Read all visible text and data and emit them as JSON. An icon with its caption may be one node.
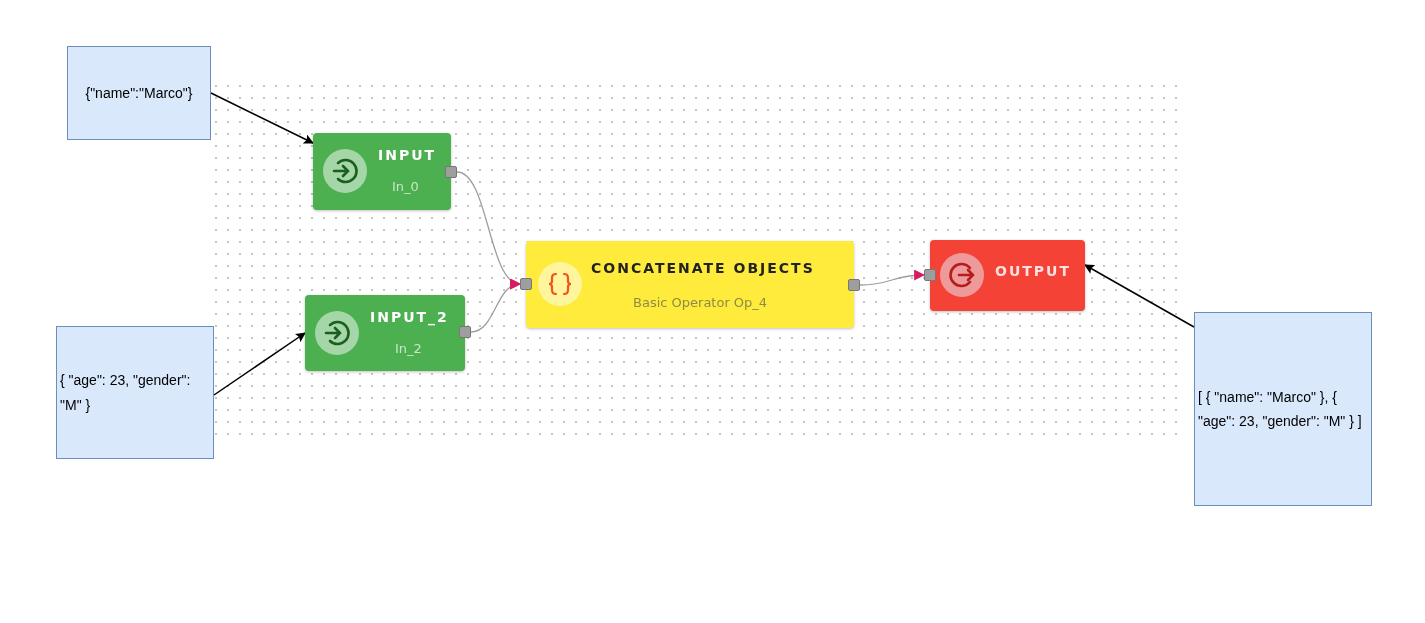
{
  "diagram": {
    "nodes": [
      {
        "text": [
          "{\"name\":\"Marco\"}"
        ]
      },
      {
        "text": [
          "INPUT",
          "In_0"
        ]
      },
      {
        "text": [
          "INPUT_2",
          "In_2"
        ]
      },
      {
        "text": [
          "{ \"age\": 23, \"gender\": \"M\" }"
        ]
      },
      {
        "text": [
          "CONCATENATE OBJECTS",
          "Basic Operator Op_4"
        ]
      },
      {
        "text": [
          "OUTPUT"
        ]
      },
      {
        "text": [
          "[ { \"name\": \"Marco\" }, { \"age\": 23, \"gender\": \"M\" } ]"
        ]
      }
    ],
    "edges": [
      {
        "from": 0,
        "to": 1,
        "arrow": "to"
      },
      {
        "from": 3,
        "to": 2,
        "arrow": "to"
      },
      {
        "from": 1,
        "to": 4,
        "arrow": "to",
        "color": "#9e9e9e"
      },
      {
        "from": 2,
        "to": 4,
        "arrow": "to",
        "color": "#9e9e9e"
      },
      {
        "from": 4,
        "to": 5,
        "arrow": "to",
        "color": "#9e9e9e"
      },
      {
        "from": 6,
        "to": 5,
        "arrow": "to"
      }
    ]
  }
}
